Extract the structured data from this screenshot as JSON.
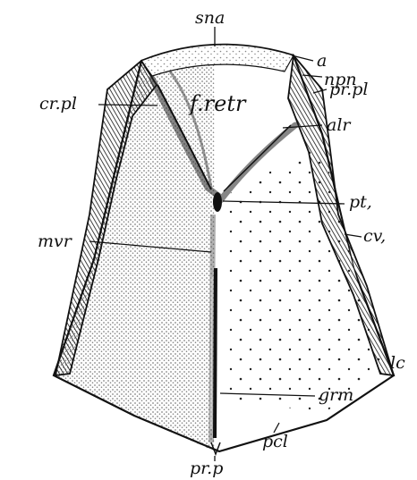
{
  "figure": {
    "labels": {
      "sna": "sna",
      "a": "a",
      "npn": "npn",
      "cr_pl": "cr.pl",
      "f_retr": "f.retr",
      "pr_pl": "pr.pl",
      "alr": "alr",
      "pt1": "pt,",
      "mvr": "mvr",
      "cv1": "cv,",
      "lc": "lc",
      "grm": "grm",
      "pcl": "pcl",
      "pr_p": "pr.p"
    }
  }
}
